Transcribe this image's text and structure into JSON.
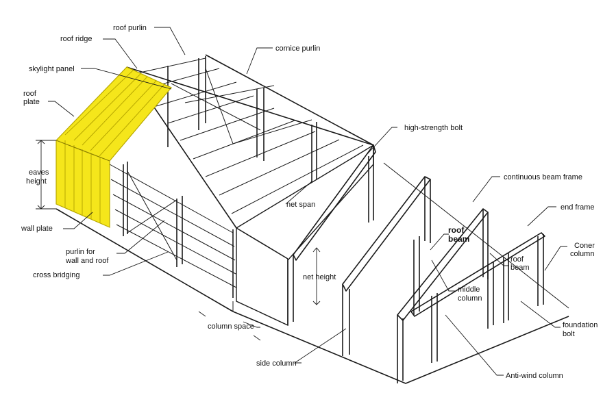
{
  "labels": {
    "roof_purlin": "roof purlin",
    "roof_ridge": "roof ridge",
    "cornice_purlin": "cornice purlin",
    "skylight_panel": "skylight panel",
    "roof_plate_1": "roof",
    "roof_plate_2": "plate",
    "eaves_height_1": "eaves",
    "eaves_height_2": "height",
    "wall_plate": "wall plate",
    "purlin_wall_roof_1": "purlin for",
    "purlin_wall_roof_2": "wall and roof",
    "cross_bridging": "cross bridging",
    "high_strength_bolt": "high-strength bolt",
    "continuous_beam_frame": "continuous beam frame",
    "end_frame": "end frame",
    "coner_column_1": "Coner",
    "coner_column_2": "column",
    "net_span": "net span",
    "roof_beam_bold_1": "roof",
    "roof_beam_bold_2": "beam",
    "roof_beam_1": "roof",
    "roof_beam_2": "beam",
    "net_height": "net height",
    "middle_column_1": "middle",
    "middle_column_2": "column",
    "foundation_bolt_1": "foundation",
    "foundation_bolt_2": "bolt",
    "column_space": "column space",
    "side_column": "side column",
    "anti_wind_column": "Anti-wind column"
  },
  "colors": {
    "panel_fill": "#f5e61b",
    "panel_stroke": "#b8a800",
    "line": "#1a1a1a",
    "background": "#ffffff"
  }
}
